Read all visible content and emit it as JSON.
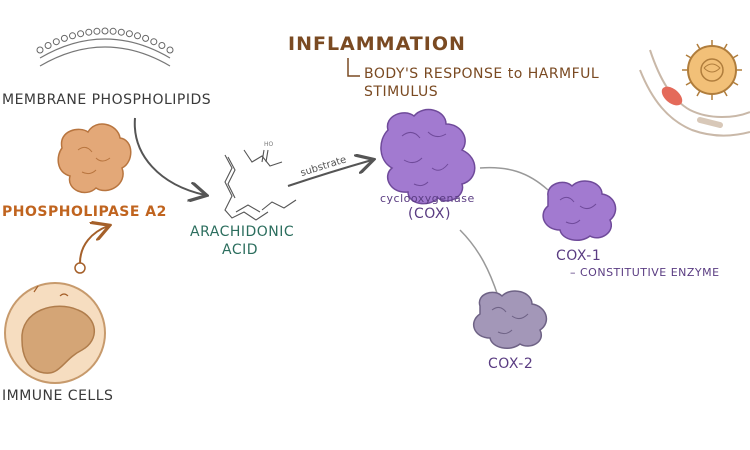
{
  "title": "INFLAMMATION",
  "definition": {
    "line1": "BODY'S RESPONSE to HARMFUL",
    "line2": "STIMULUS"
  },
  "labels": {
    "membrane": "MEMBRANE PHOSPHOLIPIDS",
    "pla2": "PHOSPHOLIPASE A2",
    "immune": "IMMUNE CELLS",
    "arachidonic_1": "ARACHIDONIC",
    "arachidonic_2": "ACID",
    "substrate": "substrate",
    "cox_name": "cyclooxygenase",
    "cox_abbr": "(COX)",
    "cox1": "COX-1",
    "cox1_desc": "– CONSTITUTIVE ENZYME",
    "cox2": "COX-2"
  },
  "colors": {
    "title": "#7a4a22",
    "enzyme_orange": "#e0a070",
    "cox_purple": "#9a72c8",
    "cox2_gray": "#9a8ab0",
    "acid_teal": "#2c6e5e"
  }
}
